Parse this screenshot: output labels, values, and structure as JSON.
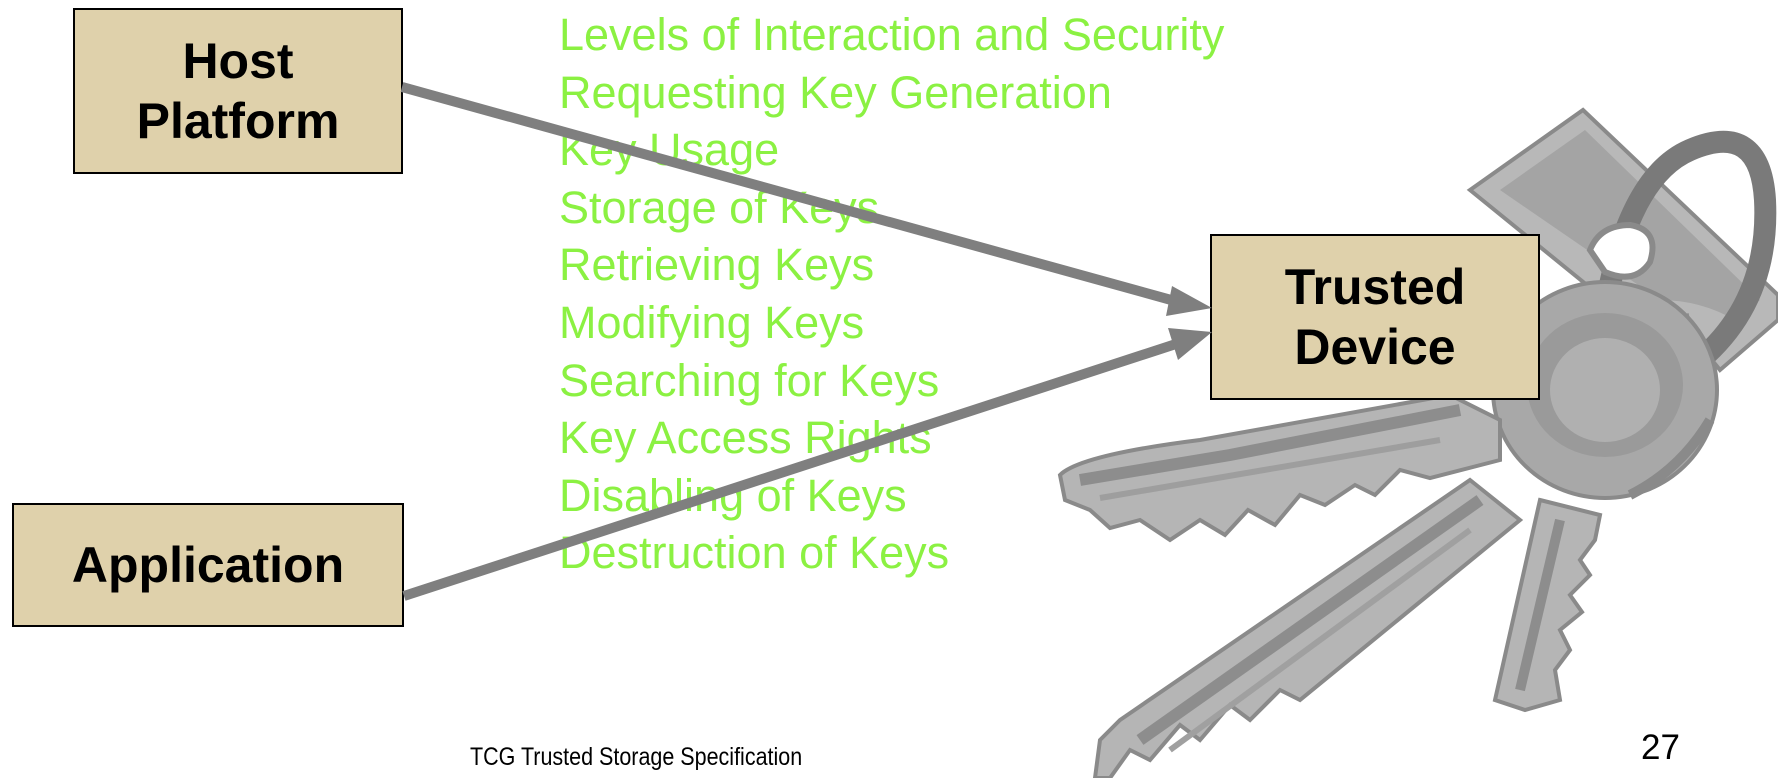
{
  "diagram": {
    "host_platform_label": "Host\nPlatform",
    "application_label": "Application",
    "trusted_device_label": "Trusted\nDevice",
    "topics": [
      "Levels of Interaction and Security",
      "Requesting Key Generation",
      "Key Usage",
      "Storage of Keys",
      "Retrieving Keys",
      "Modifying Keys",
      "Searching for Keys",
      "Key Access Rights",
      "Disabling of Keys",
      "Destruction of Keys"
    ]
  },
  "footer": {
    "text": "TCG Trusted Storage Specification",
    "page_number": "27"
  },
  "colors": {
    "box_fill": "#dfd1ab",
    "box_border": "#000000",
    "topic_text": "#8bf142",
    "arrow": "#7f7f7f",
    "key_light": "#b8b8b8",
    "key_mid": "#9a9a9a",
    "key_dark": "#6e6e6e"
  },
  "icons": {
    "keys_illustration": "keys-clipart-icon"
  }
}
